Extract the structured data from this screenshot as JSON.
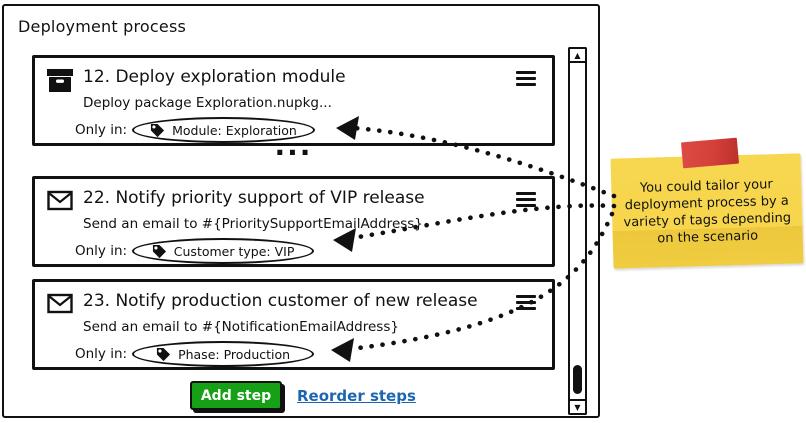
{
  "window": {
    "title": "Deployment process"
  },
  "steps": [
    {
      "icon": "package-icon",
      "title": "12. Deploy exploration module",
      "description": "Deploy package Exploration.nupkg...",
      "only_in_label": "Only in:",
      "tag_label": "Module: Exploration"
    },
    {
      "icon": "envelope-icon",
      "title": "22. Notify priority support of VIP release",
      "description": "Send an email to #{PrioritySupportEmailAddress}",
      "only_in_label": "Only in:",
      "tag_label": "Customer type: VIP"
    },
    {
      "icon": "envelope-icon",
      "title": "23. Notify production customer of new release",
      "description": "Send an email to #{NotificationEmailAddress}",
      "only_in_label": "Only in:",
      "tag_label": "Phase: Production"
    }
  ],
  "more_steps_indicator": "...",
  "scrollbar": {
    "up_glyph": "▲",
    "down_glyph": "▼"
  },
  "actions": {
    "add_step_label": "Add step",
    "reorder_steps_label": "Reorder steps"
  },
  "sticky_note": {
    "text": "You could tailor your deployment process by a variety of tags depending on the scenario"
  },
  "colors": {
    "green": "#16A016",
    "blue": "#1B66B0",
    "note_yellow": "#F7D64E",
    "tape_red": "#D4403A",
    "ink": "#111111"
  }
}
